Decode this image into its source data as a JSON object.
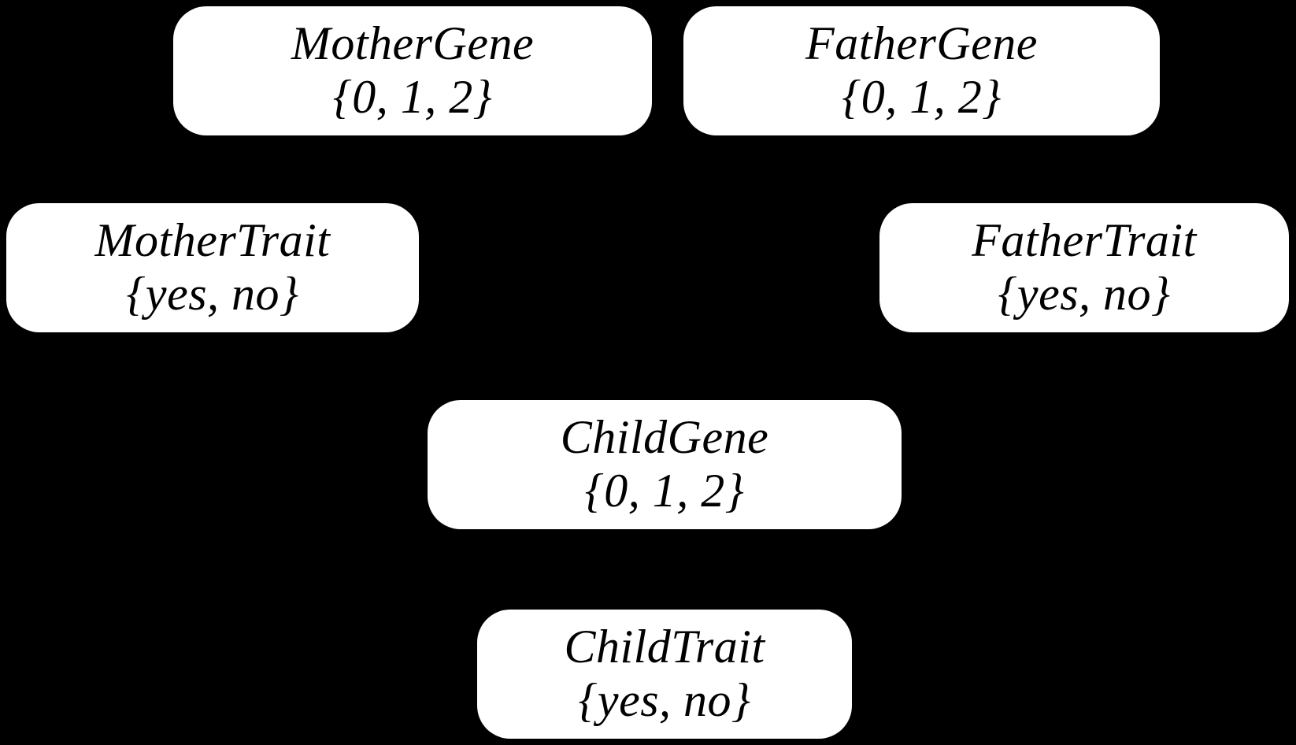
{
  "figure": {
    "type": "bayesian-network-diagram",
    "background_color": "#000000",
    "node_fill_color": "#ffffff",
    "node_text_color": "#000000"
  },
  "nodes": [
    {
      "id": "mother-gene",
      "label": "MotherGene",
      "domain": "{0, 1, 2}"
    },
    {
      "id": "father-gene",
      "label": "FatherGene",
      "domain": "{0, 1, 2}"
    },
    {
      "id": "mother-trait",
      "label": "MotherTrait",
      "domain": "{yes, no}"
    },
    {
      "id": "father-trait",
      "label": "FatherTrait",
      "domain": "{yes, no}"
    },
    {
      "id": "child-gene",
      "label": "ChildGene",
      "domain": "{0, 1, 2}"
    },
    {
      "id": "child-trait",
      "label": "ChildTrait",
      "domain": "{yes, no}"
    }
  ]
}
